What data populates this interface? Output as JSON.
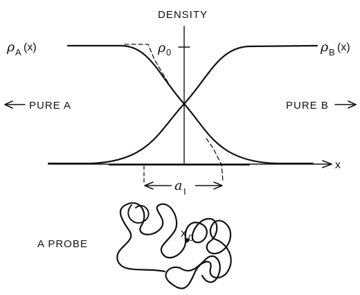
{
  "labels": {
    "density": "DENSITY",
    "rho_a": "ρ",
    "rho_a_sub": "A",
    "rho_a_arg": "(x)",
    "rho_b": "ρ",
    "rho_b_sub": "B",
    "rho_b_arg": "(x)",
    "rho_0": "ρ",
    "rho_0_sub": "0",
    "pure_a": "PURE A",
    "pure_b": "PURE B",
    "x_axis": "x",
    "interface_width": "a",
    "interface_width_sub": "I",
    "probe": "A PROBE",
    "probe_center": "x",
    "probe_center_sub": "0"
  }
}
